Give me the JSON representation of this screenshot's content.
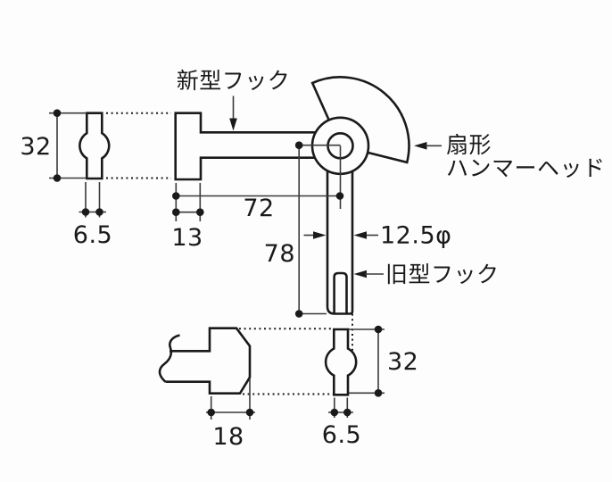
{
  "labels": {
    "new_hook": "新型フック",
    "fan_head_line1": "扇形",
    "fan_head_line2": "ハンマーヘッド",
    "old_hook": "旧型フック"
  },
  "dimensions": {
    "new_pin_height": "32",
    "new_pin_width": "6.5",
    "new_hook_stem_width": "13",
    "arm_length": "72",
    "shaft_length": "78",
    "shaft_diameter": "12.5φ",
    "old_hook_depth": "18",
    "old_pin_height": "32",
    "old_pin_width": "6.5"
  },
  "colors": {
    "outline": "#1a1a1a",
    "dimension": "#3a3a3a",
    "background": "#fdfdfd"
  }
}
